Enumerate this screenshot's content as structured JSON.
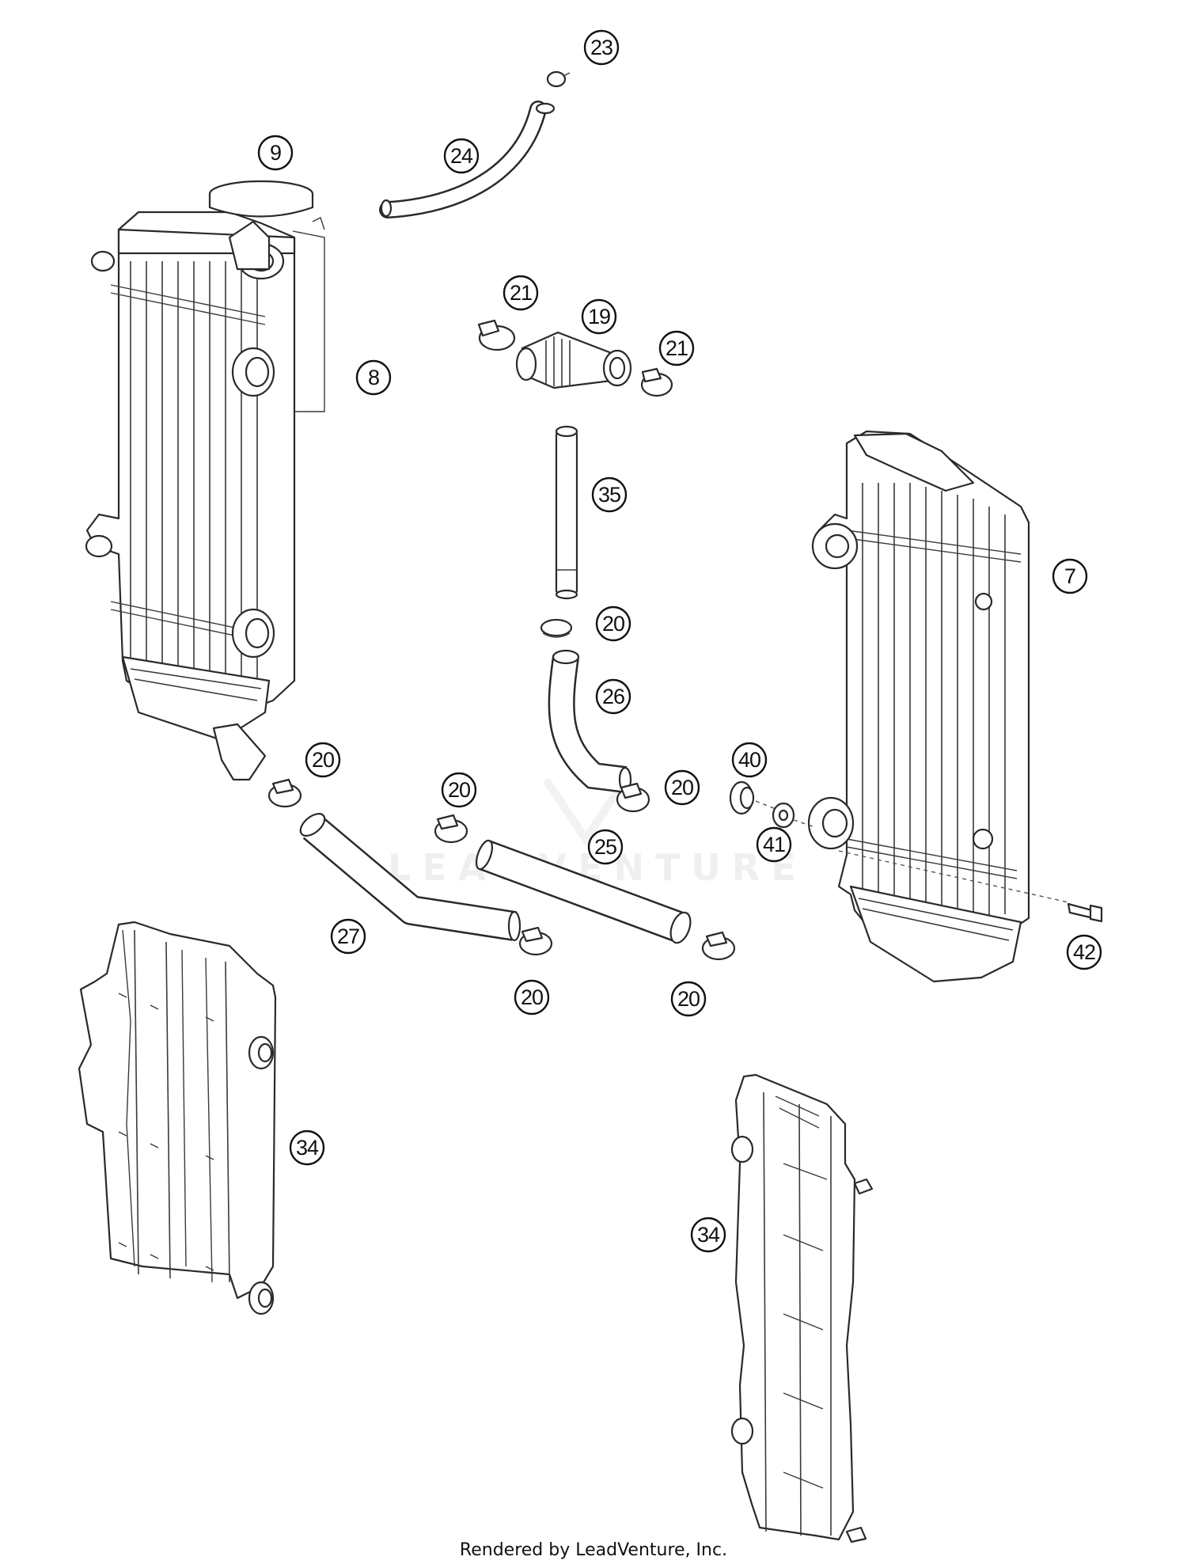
{
  "diagram": {
    "watermark": "LEADVENTURE",
    "footer": "Rendered by LeadVenture, Inc.",
    "callouts": [
      {
        "id": "c9",
        "label": "9"
      },
      {
        "id": "c23",
        "label": "23"
      },
      {
        "id": "c24",
        "label": "24"
      },
      {
        "id": "c8",
        "label": "8"
      },
      {
        "id": "c21a",
        "label": "21"
      },
      {
        "id": "c19",
        "label": "19"
      },
      {
        "id": "c21b",
        "label": "21"
      },
      {
        "id": "c35",
        "label": "35"
      },
      {
        "id": "c7",
        "label": "7"
      },
      {
        "id": "c20a",
        "label": "20"
      },
      {
        "id": "c26",
        "label": "26"
      },
      {
        "id": "c40",
        "label": "40"
      },
      {
        "id": "c20b",
        "label": "20"
      },
      {
        "id": "c20c",
        "label": "20"
      },
      {
        "id": "c20d",
        "label": "20"
      },
      {
        "id": "c25",
        "label": "25"
      },
      {
        "id": "c41",
        "label": "41"
      },
      {
        "id": "c27",
        "label": "27"
      },
      {
        "id": "c42",
        "label": "42"
      },
      {
        "id": "c20e",
        "label": "20"
      },
      {
        "id": "c20f",
        "label": "20"
      },
      {
        "id": "c34a",
        "label": "34"
      },
      {
        "id": "c34b",
        "label": "34"
      }
    ]
  }
}
